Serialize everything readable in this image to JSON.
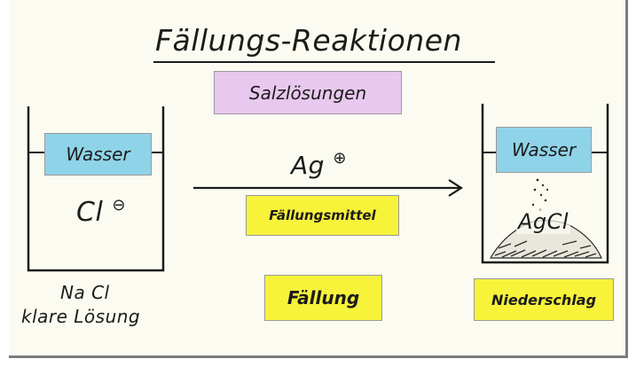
{
  "title": "Fällungs-Reaktionen",
  "subtitle_card": "Salzlösungen",
  "left_beaker": {
    "water_label": "Wasser",
    "ion": "Cl",
    "ion_charge": "⊖",
    "caption_line1": "Na Cl",
    "caption_line2": "klare Lösung"
  },
  "reagent": {
    "ion": "Ag",
    "ion_charge": "⊕",
    "card": "Fällungsmittel"
  },
  "process_card": "Fällung",
  "right_beaker": {
    "water_label": "Wasser",
    "precipitate": "AgCl",
    "card": "Niederschlag"
  },
  "colors": {
    "board": "#fbfbf1",
    "water_card": "#8fd3e8",
    "salt_card": "#e8c8ee",
    "yellow_card": "#f7f23a",
    "ink": "#1c1c1c"
  }
}
